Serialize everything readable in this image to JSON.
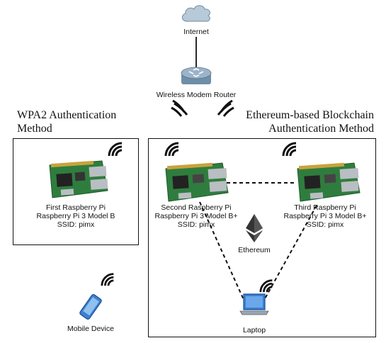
{
  "nodes": {
    "internet": {
      "label": "Internet"
    },
    "router": {
      "label": "Wireless Modem Router"
    },
    "pi1": {
      "line1": "First Raspberry Pi",
      "line2": "Raspberry Pi 3 Model B",
      "line3": "SSID: pimx"
    },
    "pi2": {
      "line1": "Second Raspberry Pi",
      "line2": "Raspberry Pi 3 Model B+",
      "line3": "SSID: pimx"
    },
    "pi3": {
      "line1": "Third Raspberry Pi",
      "line2": "Raspberry Pi 3 Model B+",
      "line3": "SSID: pimx"
    },
    "ethereum": {
      "label": "Ethereum"
    },
    "laptop": {
      "label": "Laptop"
    },
    "mobile": {
      "label": "Mobile Device"
    }
  },
  "groups": {
    "wpa2": {
      "title_line1": "WPA2 Authentication",
      "title_line2": "Method"
    },
    "blockchain": {
      "title_line1": "Ethereum-based Blockchain",
      "title_line2": "Authentication Method"
    }
  },
  "colors": {
    "board": "#2f7d3e",
    "board_dark": "#1e5a2b",
    "metal": "#b9bec3",
    "cloud": "#9fb6cb",
    "router": "#7f9eb8",
    "ethereum": "#343434"
  }
}
